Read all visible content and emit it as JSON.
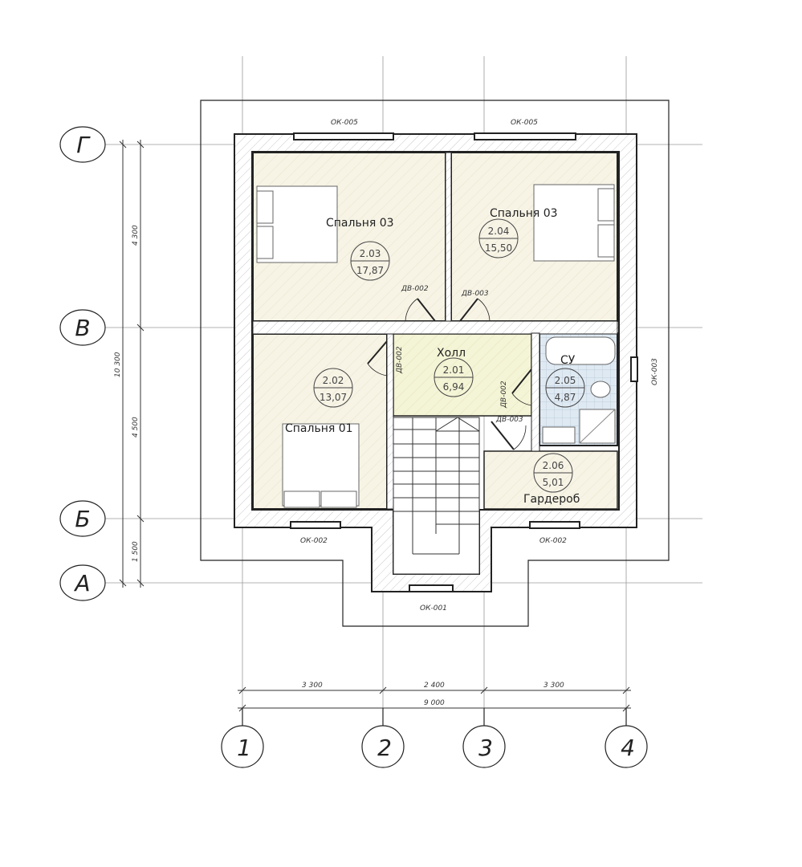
{
  "rooms": [
    {
      "name": "Спальня 03",
      "number": "2.03",
      "area": "17,87"
    },
    {
      "name": "Спальня 03",
      "number": "2.04",
      "area": "15,50"
    },
    {
      "name": "Спальня 01",
      "number": "2.02",
      "area": "13,07"
    },
    {
      "name": "Холл",
      "number": "2.01",
      "area": "6,94"
    },
    {
      "name": "СУ",
      "number": "2.05",
      "area": "4,87"
    },
    {
      "name": "Гардероб",
      "number": "2.06",
      "area": "5,01"
    }
  ],
  "windows": {
    "top_left": "ОК-005",
    "top_right": "ОК-005",
    "bottom_left": "ОК-002",
    "bottom_right": "ОК-002",
    "stair": "ОК-001",
    "right": "ОК-003"
  },
  "doors": {
    "bedroom_left": "ДВ-002",
    "bedroom_right": "ДВ-003",
    "bedroom_01": "ДВ-002",
    "bathroom": "ДВ-002",
    "wardrobe": "ДВ-003"
  },
  "axes": {
    "columns": [
      "1",
      "2",
      "3",
      "4"
    ],
    "rows": [
      "Г",
      "В",
      "Б",
      "А"
    ]
  },
  "dimensions": {
    "horizontal": [
      "3 300",
      "2 400",
      "3 300"
    ],
    "horizontal_total": "9 000",
    "vertical": [
      "4 300",
      "4 500",
      "1 500"
    ],
    "vertical_total": "10 300"
  },
  "colors": {
    "room_fill": "#f7f4e6",
    "hall_fill": "#f4f4d6",
    "bath_fill": "#dfe9f2"
  }
}
